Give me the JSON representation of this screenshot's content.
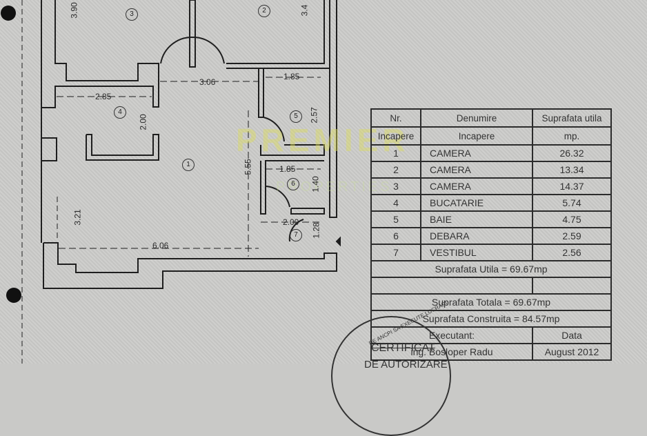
{
  "plan": {
    "rooms": [
      "1",
      "2",
      "3",
      "4",
      "5",
      "6",
      "7"
    ],
    "dimensions": {
      "room3_height": "3.90",
      "room2_height": "3.4",
      "corridor_width": "3.06",
      "room5_width": "1.85",
      "room5_height": "2.57",
      "kitchen_width": "2.85",
      "kitchen_height": "2.00",
      "room1_height": "5.55",
      "room6_width": "1.85",
      "room6_height": "1.40",
      "room1_left": "3.21",
      "vestibul_width": "2.00",
      "vestibul_height": "1.28",
      "total_width": "6.06"
    }
  },
  "watermark": {
    "brand": "PREMIER",
    "sub": "PROPERTIES"
  },
  "table": {
    "headers": {
      "nr": [
        "Nr.",
        "Incapere"
      ],
      "name": [
        "Denumire",
        "Incapere"
      ],
      "area": [
        "Suprafata utila",
        "mp."
      ]
    },
    "rows": [
      {
        "nr": "1",
        "name": "CAMERA",
        "area": "26.32"
      },
      {
        "nr": "2",
        "name": "CAMERA",
        "area": "13.34"
      },
      {
        "nr": "3",
        "name": "CAMERA",
        "area": "14.37"
      },
      {
        "nr": "4",
        "name": "BUCATARIE",
        "area": "5.74"
      },
      {
        "nr": "5",
        "name": "BAIE",
        "area": "4.75"
      },
      {
        "nr": "6",
        "name": "DEBARA",
        "area": "2.59"
      },
      {
        "nr": "7",
        "name": "VESTIBUL",
        "area": "2.56"
      }
    ],
    "suprafata_utila": "Suprafata Utila = 69.67mp",
    "suprafata_totala": "Suprafata Totala = 69.67mp",
    "suprafata_construita": "Suprafata Construita = 84.57mp",
    "executant_label": "Executant:",
    "data_label": "Data",
    "executant_name": "ing. Bosloper Radu",
    "date": "August 2012"
  },
  "stamp": {
    "arc_text": "DE ANCPI SA EXECUTE LUCRARI",
    "certificat": "CERTIFICAT",
    "line2": "DE AUTORIZARE"
  }
}
